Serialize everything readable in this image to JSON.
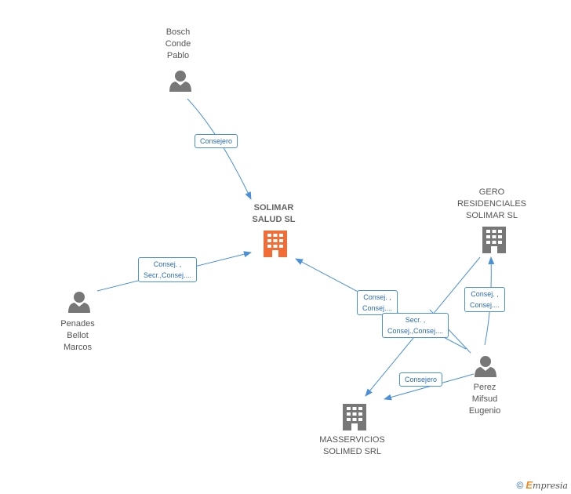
{
  "nodes": {
    "bosch": {
      "label": "Bosch\nConde\nPablo",
      "type": "person"
    },
    "solimar": {
      "label": "SOLIMAR\nSALUD SL",
      "type": "company-main"
    },
    "gero": {
      "label": "GERO\nRESIDENCIALES\nSOLIMAR SL",
      "type": "company"
    },
    "penades": {
      "label": "Penades\nBellot\nMarcos",
      "type": "person"
    },
    "perez": {
      "label": "Perez\nMifsud\nEugenio",
      "type": "person"
    },
    "masservicios": {
      "label": "MASSERVICIOS\nSOLIMED SRL",
      "type": "company"
    }
  },
  "edges": {
    "bosch_solimar": "Consejero",
    "penades_solimar": "Consej. ,\nSecr.,Consej....",
    "perez_solimar": "Consej. ,\nConsej....",
    "gero_masservicios": "Secr. ,\nConsej.,Consej....",
    "perez_gero": "Consej. ,\nConsej....",
    "perez_masservicios": "Consejero"
  },
  "colors": {
    "edge": "#4a90d9",
    "person_icon": "#777777",
    "company_icon": "#777777",
    "main_company_icon": "#f26c36"
  },
  "footer": {
    "copyright_symbol": "©",
    "brand_initial": "E",
    "brand_rest": "mpresia"
  }
}
